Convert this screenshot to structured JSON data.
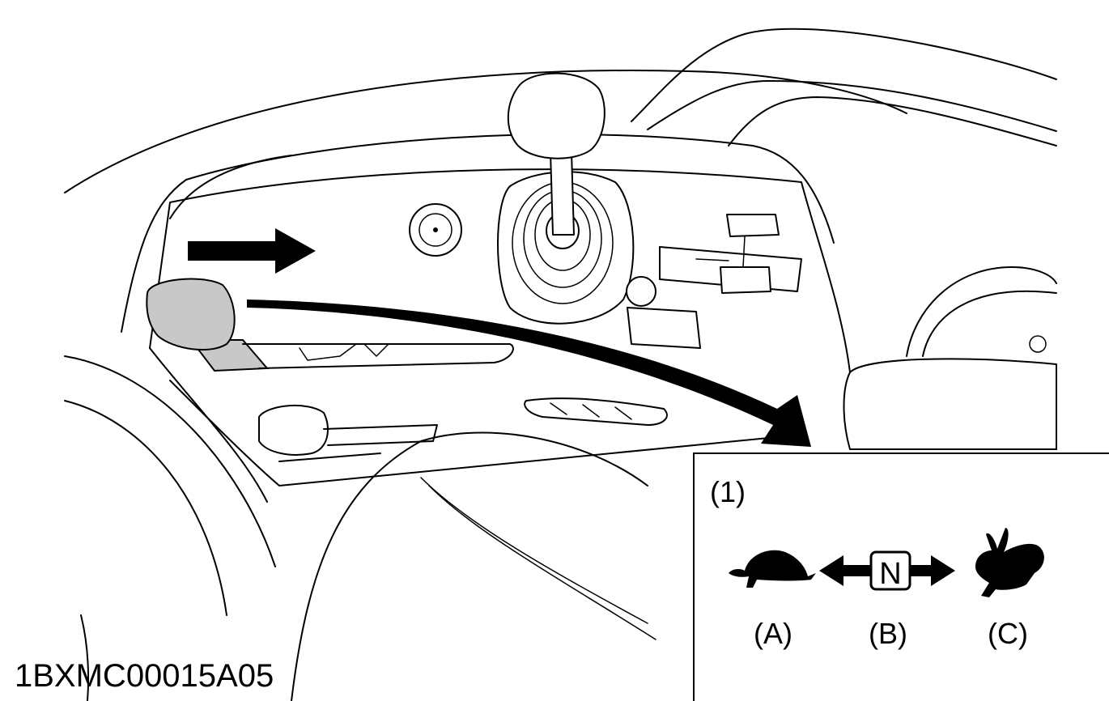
{
  "figure_code": "1BXMC00015A05",
  "callout": {
    "number": "(1)",
    "center_symbol": "N",
    "positions": [
      {
        "label": "(A)",
        "icon": "turtle-icon"
      },
      {
        "label": "(B)",
        "icon": "neutral-arrows-icon"
      },
      {
        "label": "(C)",
        "icon": "rabbit-icon"
      }
    ]
  },
  "colors": {
    "line": "#000000",
    "lever_highlight": "#c8c8c8",
    "background": "#ffffff"
  }
}
